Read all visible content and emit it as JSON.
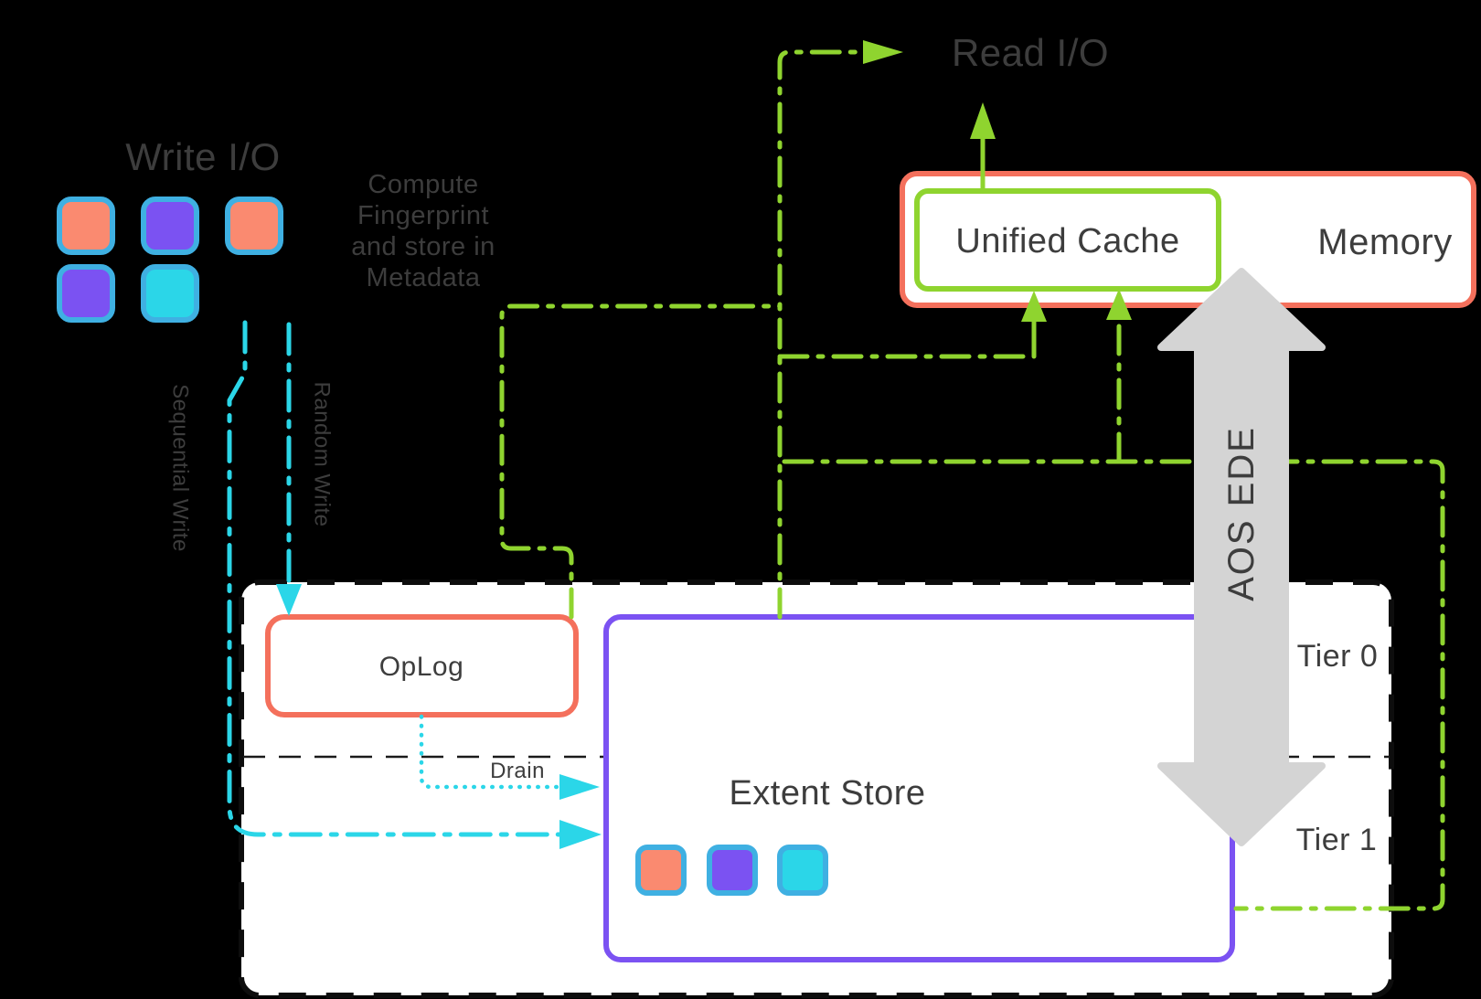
{
  "labels": {
    "write_io": "Write I/O",
    "read_io": "Read I/O",
    "compute_note": [
      "Compute",
      "Fingerprint",
      "and store in",
      "Metadata"
    ],
    "sequential_write": "Sequential Write",
    "random_write": "Random Write",
    "oplog": "OpLog",
    "drain": "Drain",
    "extent_store": "Extent Store",
    "unified_cache": "Unified Cache",
    "memory": "Memory",
    "aos_ede": "AOS EDE",
    "tier0": "Tier 0",
    "tier1": "Tier 1"
  },
  "blocks": {
    "write_io_blocks": [
      "salmon",
      "purple",
      "salmon",
      "purple",
      "cyan"
    ],
    "extent_store_blocks": [
      "salmon",
      "purple",
      "cyan"
    ]
  },
  "colors": {
    "background": "#000000",
    "salmon_border": "#f4705c",
    "salmon_fill": "#fa8a70",
    "purple": "#7b52f2",
    "cyan": "#2bd6e8",
    "block_border_blue": "#3fb0e2",
    "green": "#8fd42f",
    "gray_arrow": "#d4d4d4",
    "text_dark": "#3d3d3d",
    "panel_white": "#ffffff"
  }
}
